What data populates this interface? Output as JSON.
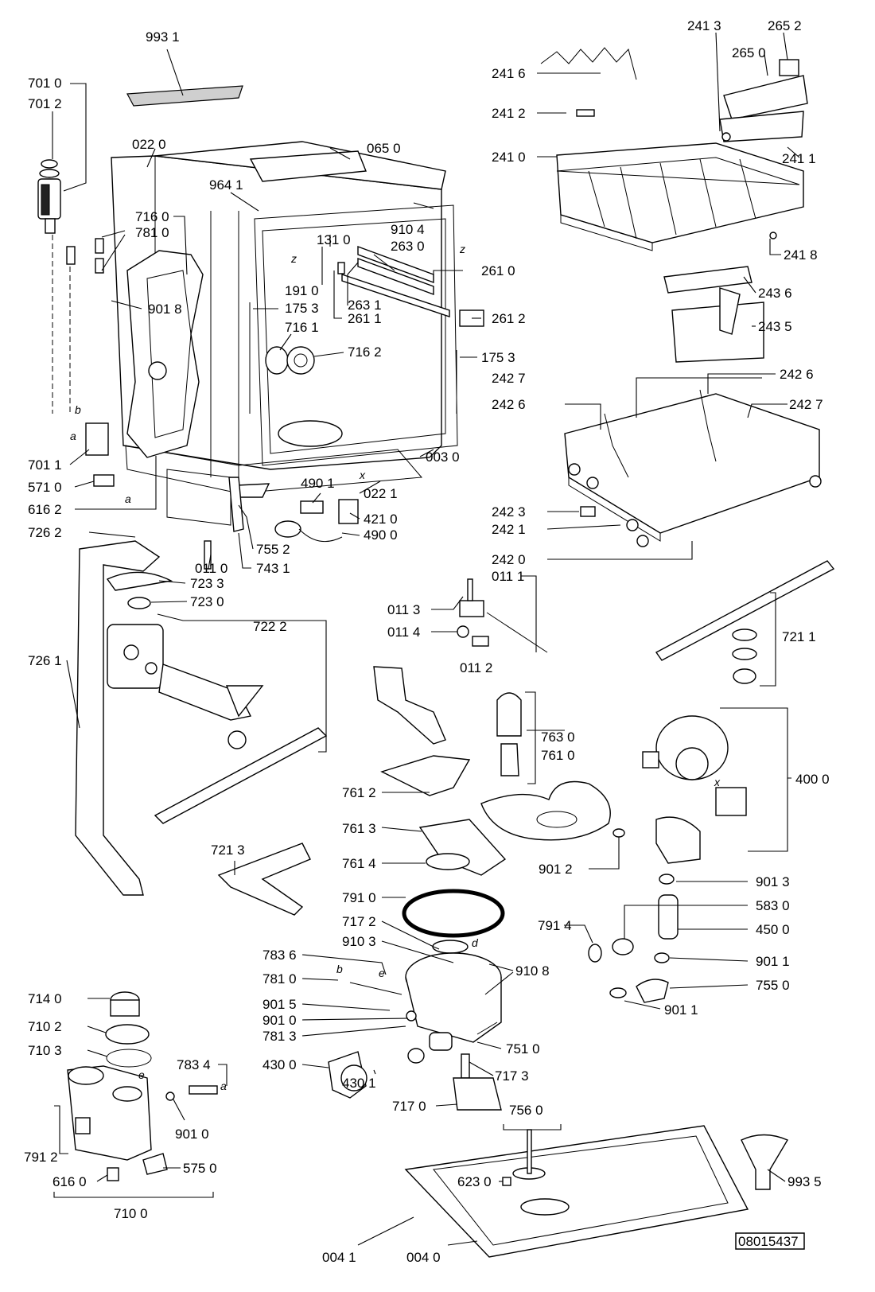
{
  "document_number": "08015437",
  "callout_letters": [
    "a",
    "b",
    "d",
    "e",
    "x",
    "z"
  ],
  "labels": [
    {
      "id": "l1",
      "text": "993 1"
    },
    {
      "id": "l2",
      "text": "701 0"
    },
    {
      "id": "l3",
      "text": "701 2"
    },
    {
      "id": "l4",
      "text": "022 0"
    },
    {
      "id": "l5",
      "text": "065 0"
    },
    {
      "id": "l6",
      "text": "964 1"
    },
    {
      "id": "l7",
      "text": "716 0"
    },
    {
      "id": "l8",
      "text": "781 0"
    },
    {
      "id": "l9",
      "text": "131 0"
    },
    {
      "id": "l10",
      "text": "910 4"
    },
    {
      "id": "l11",
      "text": "263 0"
    },
    {
      "id": "l12",
      "text": "261 0"
    },
    {
      "id": "l13",
      "text": "191 0"
    },
    {
      "id": "l14",
      "text": "901 8"
    },
    {
      "id": "l15",
      "text": "175 3"
    },
    {
      "id": "l16",
      "text": "263 1"
    },
    {
      "id": "l17",
      "text": "261 1"
    },
    {
      "id": "l18",
      "text": "261 2"
    },
    {
      "id": "l19",
      "text": "716 1"
    },
    {
      "id": "l20",
      "text": "716 2"
    },
    {
      "id": "l21",
      "text": "175 3"
    },
    {
      "id": "l22",
      "text": "701 1"
    },
    {
      "id": "l23",
      "text": "571 0"
    },
    {
      "id": "l24",
      "text": "616 2"
    },
    {
      "id": "l25",
      "text": "003 0"
    },
    {
      "id": "l26",
      "text": "490 1"
    },
    {
      "id": "l27",
      "text": "022 1"
    },
    {
      "id": "l28",
      "text": "421 0"
    },
    {
      "id": "l29",
      "text": "490 0"
    },
    {
      "id": "l30",
      "text": "726 2"
    },
    {
      "id": "l31",
      "text": "755 2"
    },
    {
      "id": "l32",
      "text": "011 0"
    },
    {
      "id": "l33",
      "text": "743 1"
    },
    {
      "id": "l34",
      "text": "723 3"
    },
    {
      "id": "l35",
      "text": "723 0"
    },
    {
      "id": "l36",
      "text": "722 2"
    },
    {
      "id": "l37",
      "text": "726 1"
    },
    {
      "id": "l38",
      "text": "241 3"
    },
    {
      "id": "l39",
      "text": "265 2"
    },
    {
      "id": "l40",
      "text": "265 0"
    },
    {
      "id": "l41",
      "text": "241 6"
    },
    {
      "id": "l42",
      "text": "241 2"
    },
    {
      "id": "l43",
      "text": "241 0"
    },
    {
      "id": "l44",
      "text": "241 1"
    },
    {
      "id": "l45",
      "text": "241 8"
    },
    {
      "id": "l46",
      "text": "243 6"
    },
    {
      "id": "l47",
      "text": "243 5"
    },
    {
      "id": "l48",
      "text": "242 7"
    },
    {
      "id": "l49",
      "text": "242 6"
    },
    {
      "id": "l50",
      "text": "242 6"
    },
    {
      "id": "l51",
      "text": "242 7"
    },
    {
      "id": "l52",
      "text": "242 3"
    },
    {
      "id": "l53",
      "text": "242 1"
    },
    {
      "id": "l54",
      "text": "242 0"
    },
    {
      "id": "l55",
      "text": "011 1"
    },
    {
      "id": "l56",
      "text": "011 3"
    },
    {
      "id": "l57",
      "text": "011 4"
    },
    {
      "id": "l58",
      "text": "011 2"
    },
    {
      "id": "l59",
      "text": "721 1"
    },
    {
      "id": "l60",
      "text": "763 0"
    },
    {
      "id": "l61",
      "text": "761 0"
    },
    {
      "id": "l62",
      "text": "400 0"
    },
    {
      "id": "l63",
      "text": "761 2"
    },
    {
      "id": "l64",
      "text": "761 3"
    },
    {
      "id": "l65",
      "text": "721 3"
    },
    {
      "id": "l66",
      "text": "761 4"
    },
    {
      "id": "l67",
      "text": "901 2"
    },
    {
      "id": "l68",
      "text": "901 3"
    },
    {
      "id": "l69",
      "text": "791 0"
    },
    {
      "id": "l70",
      "text": "583 0"
    },
    {
      "id": "l71",
      "text": "717 2"
    },
    {
      "id": "l72",
      "text": "791 4"
    },
    {
      "id": "l73",
      "text": "450 0"
    },
    {
      "id": "l74",
      "text": "910 3"
    },
    {
      "id": "l75",
      "text": "783 6"
    },
    {
      "id": "l76",
      "text": "910 8"
    },
    {
      "id": "l77",
      "text": "901 1"
    },
    {
      "id": "l78",
      "text": "781 0"
    },
    {
      "id": "l79",
      "text": "755 0"
    },
    {
      "id": "l80",
      "text": "714 0"
    },
    {
      "id": "l81",
      "text": "901 5"
    },
    {
      "id": "l82",
      "text": "901 0"
    },
    {
      "id": "l83",
      "text": "901 1"
    },
    {
      "id": "l84",
      "text": "710 2"
    },
    {
      "id": "l85",
      "text": "781 3"
    },
    {
      "id": "l86",
      "text": "751 0"
    },
    {
      "id": "l87",
      "text": "710 3"
    },
    {
      "id": "l88",
      "text": "783 4"
    },
    {
      "id": "l89",
      "text": "430 0"
    },
    {
      "id": "l90",
      "text": "430 1"
    },
    {
      "id": "l91",
      "text": "717 3"
    },
    {
      "id": "l92",
      "text": "717 0"
    },
    {
      "id": "l93",
      "text": "901 0"
    },
    {
      "id": "l94",
      "text": "756 0"
    },
    {
      "id": "l95",
      "text": "791 2"
    },
    {
      "id": "l96",
      "text": "575 0"
    },
    {
      "id": "l97",
      "text": "616 0"
    },
    {
      "id": "l98",
      "text": "623 0"
    },
    {
      "id": "l99",
      "text": "993 5"
    },
    {
      "id": "l100",
      "text": "710 0"
    },
    {
      "id": "l101",
      "text": "004 1"
    },
    {
      "id": "l102",
      "text": "004 0"
    }
  ]
}
